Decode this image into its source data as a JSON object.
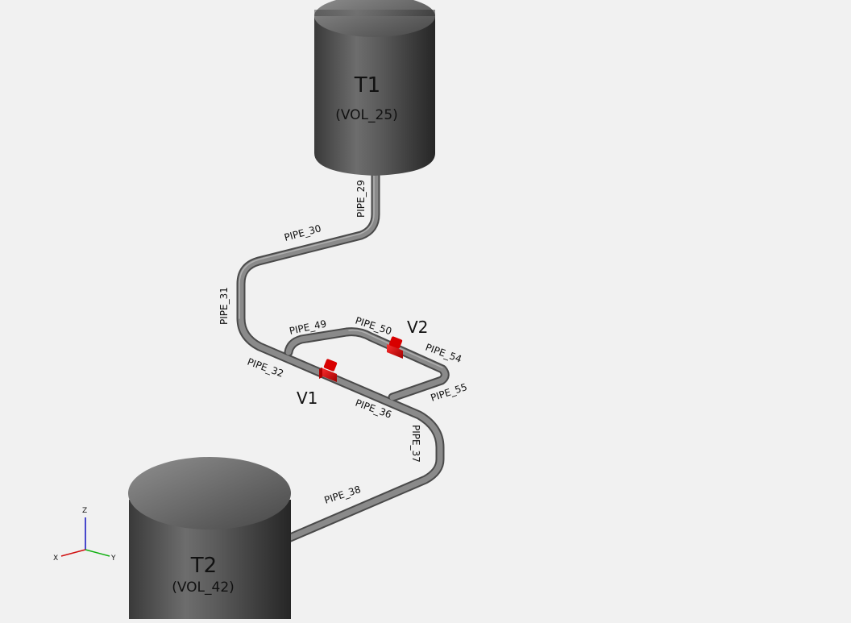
{
  "tanks": [
    {
      "id": "T1",
      "name": "T1",
      "volume": "(VOL_25)"
    },
    {
      "id": "T2",
      "name": "T2",
      "volume": "(VOL_42)"
    }
  ],
  "valves": [
    {
      "id": "V1",
      "label": "V1"
    },
    {
      "id": "V2",
      "label": "V2"
    }
  ],
  "pipes": [
    "PIPE_29",
    "PIPE_30",
    "PIPE_31",
    "PIPE_32",
    "PIPE_36",
    "PIPE_37",
    "PIPE_38",
    "PIPE_49",
    "PIPE_50",
    "PIPE_54",
    "PIPE_55"
  ],
  "axes": {
    "z": "Z",
    "x": "X",
    "y": "Y"
  },
  "colors": {
    "background": "#f1f1f1",
    "pipe": "#6f6f6f",
    "valve": "#e00000",
    "tank_dark": "#2f2f2f",
    "tank_light": "#8a8a8a",
    "axis_x": "#d01010",
    "axis_y": "#10b010",
    "axis_z": "#1010c0"
  }
}
